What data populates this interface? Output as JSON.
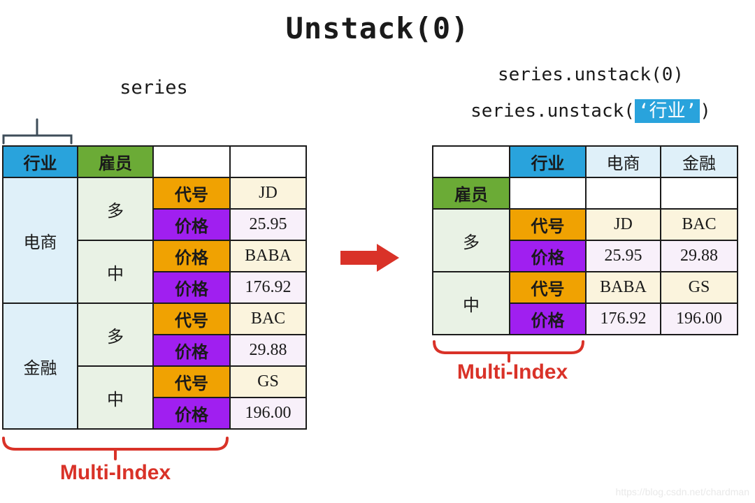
{
  "title": "Unstack(0)",
  "series_label": "series",
  "code": {
    "line1": "series.unstack(0)",
    "line2_prefix": "series.unstack(",
    "line2_highlight": "‘行业’",
    "line2_suffix": ")"
  },
  "left_table": {
    "col_headers": [
      "行业",
      "雇员"
    ],
    "industries": [
      "电商",
      "金融"
    ],
    "employees": [
      "多",
      "中",
      "多",
      "中"
    ],
    "metric_rows": [
      {
        "label": "代号",
        "value": "JD"
      },
      {
        "label": "价格",
        "value": "25.95"
      },
      {
        "label": "价格",
        "value": "BABA"
      },
      {
        "label": "价格",
        "value": "176.92"
      },
      {
        "label": "代号",
        "value": "BAC"
      },
      {
        "label": "价格",
        "value": "29.88"
      },
      {
        "label": "代号",
        "value": "GS"
      },
      {
        "label": "价格",
        "value": "196.00"
      }
    ]
  },
  "right_table": {
    "corner_header": "行业",
    "row_header": "雇员",
    "industry_cols": [
      "电商",
      "金融"
    ],
    "employees": [
      "多",
      "中"
    ],
    "rows": [
      {
        "label": "代号",
        "values": [
          "JD",
          "BAC"
        ]
      },
      {
        "label": "价格",
        "values": [
          "25.95",
          "29.88"
        ]
      },
      {
        "label": "代号",
        "values": [
          "BABA",
          "GS"
        ]
      },
      {
        "label": "价格",
        "values": [
          "176.92",
          "196.00"
        ]
      }
    ]
  },
  "annotations": {
    "left_multi_index": "Multi-Index",
    "right_multi_index": "Multi-Index"
  },
  "watermark": "https://blog.csdn.net/chardman",
  "colors": {
    "header_blue": "#29A3DC",
    "header_green": "#6BAB36",
    "label_orange": "#F0A202",
    "label_purple": "#A01FF0",
    "index_light_blue": "#DFF0F9",
    "index_light_green": "#E9F2E5",
    "value_cream": "#FBF4DD",
    "value_lavender": "#F8F0FA",
    "accent_red": "#D93228",
    "bracket_slate": "#3E4D59"
  }
}
